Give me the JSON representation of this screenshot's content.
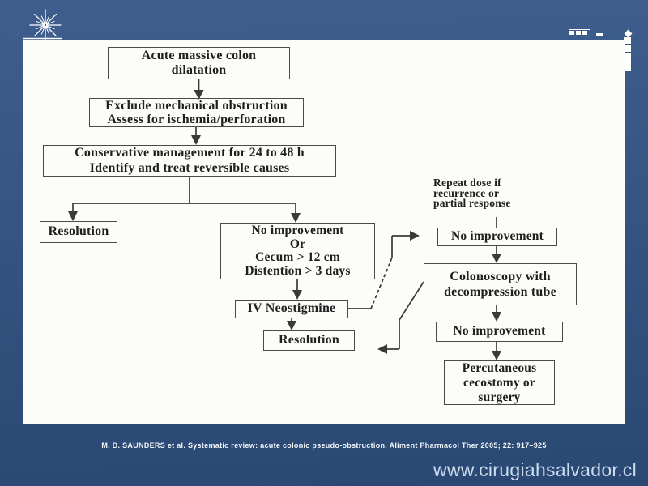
{
  "colors": {
    "background_top": "#3f5e8e",
    "background_bottom": "#294872",
    "panel": "#fcfcf9",
    "box_border": "#4a4a4a",
    "box_text": "#1f1f1f",
    "connector": "#3a3a3a",
    "citation_text": "#f2f6fb",
    "website_text": "#ccdcee",
    "logo": "#ffffff"
  },
  "logo": {
    "name": "starburst-logo"
  },
  "flowchart": {
    "boxes": {
      "acute": {
        "text": "Acute massive colon\ndilatation"
      },
      "exclude": {
        "text": "Exclude mechanical obstruction\nAssess for ischemia/perforation"
      },
      "conservative": {
        "text": "Conservative management for 24 to 48 h\nIdentify and treat reversible causes"
      },
      "resolution1": {
        "text": "Resolution"
      },
      "criteria": {
        "text": "No improvement\nOr\nCecum > 12 cm\nDistention > 3 days"
      },
      "iv_neostigmine": {
        "text": "IV Neostigmine"
      },
      "resolution2": {
        "text": "Resolution"
      },
      "no_improvement_1": {
        "text": "No improvement"
      },
      "colonoscopy": {
        "text": "Colonoscopy with\ndecompression tube"
      },
      "no_improvement_2": {
        "text": "No improvement"
      },
      "percutaneous": {
        "text": "Percutaneous\ncecostomy or\nsurgery"
      }
    },
    "annotation": {
      "text": "Repeat dose if\nrecurrence or\npartial response"
    }
  },
  "footer": {
    "citation": "M. D. SAUNDERS et al. Systematic review: acute colonic pseudo-obstruction. Aliment Pharmacol Ther 2005; 22: 917–925",
    "website": "www.cirugiahsalvador.cl"
  }
}
